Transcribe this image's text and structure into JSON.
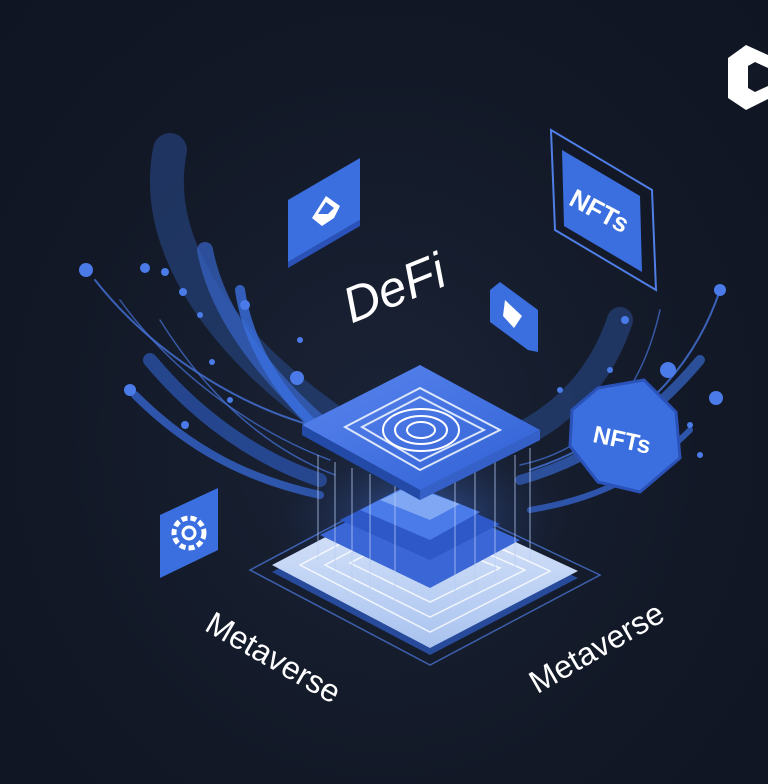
{
  "labels": {
    "defi": "DeFi",
    "nfts_tile": "NFTs",
    "nfts_hexagon": "NFTs",
    "metaverse_left": "Metaverse",
    "metaverse_right": "Metaverse"
  },
  "icons": {
    "logo": "brand-logo-icon",
    "tile_top_left": "crystal-icon",
    "tile_small": "cube-icon",
    "tile_bottom_left": "gear-icon"
  },
  "colors": {
    "background": "#121826",
    "accent": "#3b6fe0",
    "accent_light": "#a9c7f5",
    "text": "#ffffff"
  }
}
